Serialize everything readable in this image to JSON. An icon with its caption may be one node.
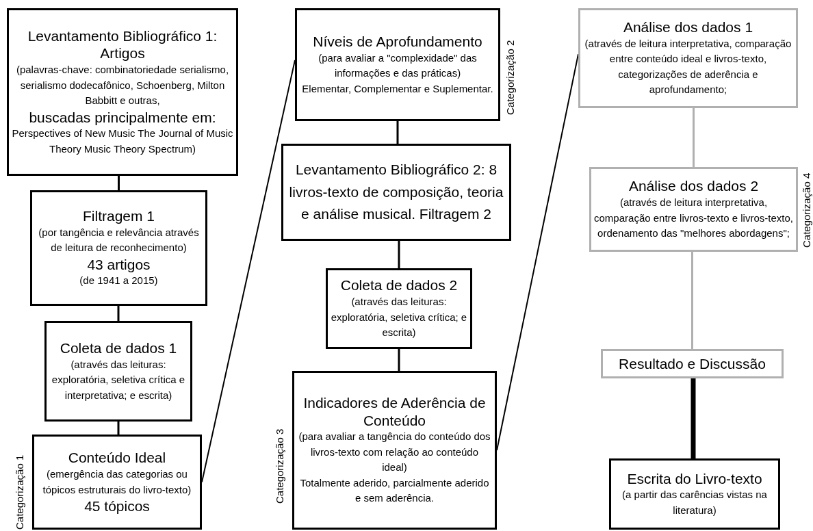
{
  "diagram": {
    "nodes": [
      {
        "text": [
          "Levantamento Bibliográfico 1: Artigos",
          "(palavras-chave: combinatoriedade serialismo, serialismo dodecafônico, Schoenberg, Milton Babbitt e outras,",
          "buscadas principalmente em:",
          "Perspectives of New Music The Journal of Music Theory Music Theory Spectrum)"
        ]
      },
      {
        "text": [
          "Filtragem 1",
          "(por tangência e relevância através de leitura de reconhecimento)",
          "43 artigos",
          "(de 1941 a 2015)"
        ]
      },
      {
        "text": [
          "Coleta de dados 1",
          "(através das leituras: exploratória, seletiva crítica e interpretativa; e escrita)"
        ]
      },
      {
        "text": [
          "Conteúdo Ideal",
          "(emergência das categorias ou tópicos estruturais do livro-texto)",
          "45 tópicos"
        ],
        "beside": [
          "Categorização 1"
        ]
      },
      {
        "text": [
          "Níveis de Aprofundamento",
          "(para avaliar a \"complexidade\" das informações e das práticas)",
          "Elementar, Complementar e Suplementar."
        ],
        "beside": [
          "Categorização 2"
        ]
      },
      {
        "text": [
          "Levantamento Bibliográfico 2: 8 livros-texto de composição, teoria e análise musical. Filtragem 2"
        ]
      },
      {
        "text": [
          "Coleta de dados 2",
          "(através das leituras: exploratória, seletiva crítica; e escrita)"
        ]
      },
      {
        "text": [
          "Indicadores de Aderência de Conteúdo",
          "(para avaliar a tangência do conteúdo dos livros-texto com relação ao conteúdo ideal)",
          "Totalmente aderido, parcialmente aderido e sem aderência."
        ],
        "beside": [
          "Categorização 3"
        ]
      },
      {
        "text": [
          "Análise dos dados 1",
          "(através de leitura interpretativa, comparação entre conteúdo ideal e livros-texto, categorizações de aderência e aprofundamento;"
        ]
      },
      {
        "text": [
          "Análise dos dados 2",
          "(através de leitura interpretativa, comparação entre livros-texto e livros-texto, ordenamento das \"melhores abordagens\";"
        ],
        "beside": [
          "Categorização 4"
        ]
      },
      {
        "text": [
          "Resultado e Discussão"
        ]
      },
      {
        "text": [
          "Escrita do Livro-texto",
          "(a partir das carências vistas na literatura)"
        ]
      }
    ],
    "edges": [
      {
        "from": 0,
        "to": 1,
        "arrow": "none"
      },
      {
        "from": 1,
        "to": 2,
        "arrow": "none"
      },
      {
        "from": 2,
        "to": 3,
        "arrow": "none"
      },
      {
        "from": 3,
        "to": 4,
        "arrow": "none"
      },
      {
        "from": 4,
        "to": 5,
        "arrow": "none"
      },
      {
        "from": 5,
        "to": 6,
        "arrow": "none"
      },
      {
        "from": 6,
        "to": 7,
        "arrow": "none"
      },
      {
        "from": 7,
        "to": 8,
        "arrow": "none"
      },
      {
        "from": 8,
        "to": 9,
        "arrow": "none",
        "color": "#b0b0b0"
      },
      {
        "from": 9,
        "to": 10,
        "arrow": "none",
        "color": "#b0b0b0"
      },
      {
        "from": 10,
        "to": 11,
        "arrow": "none",
        "style": "thick"
      }
    ]
  }
}
